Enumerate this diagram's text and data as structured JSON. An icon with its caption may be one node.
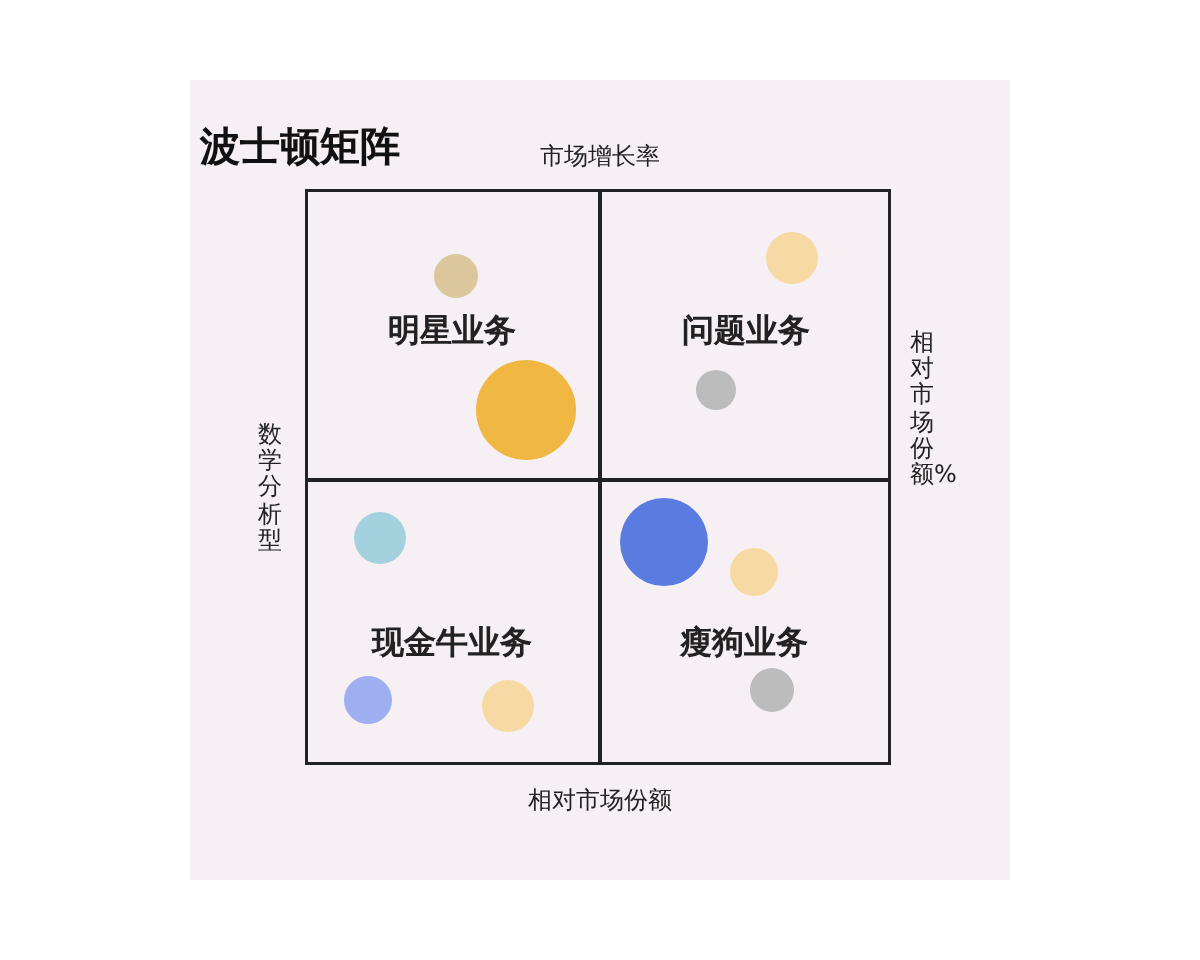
{
  "diagram": {
    "title": "波士顿矩阵",
    "nodes": [
      {
        "text": [
          "明星业务"
        ]
      },
      {
        "text": [
          "问题业务"
        ]
      },
      {
        "text": [
          "现金牛业务"
        ]
      },
      {
        "text": [
          "瘦狗业务"
        ]
      }
    ],
    "labels": [
      "市场增长率",
      "数学分析型",
      "相对市场份额%",
      "相对市场份额"
    ]
  }
}
